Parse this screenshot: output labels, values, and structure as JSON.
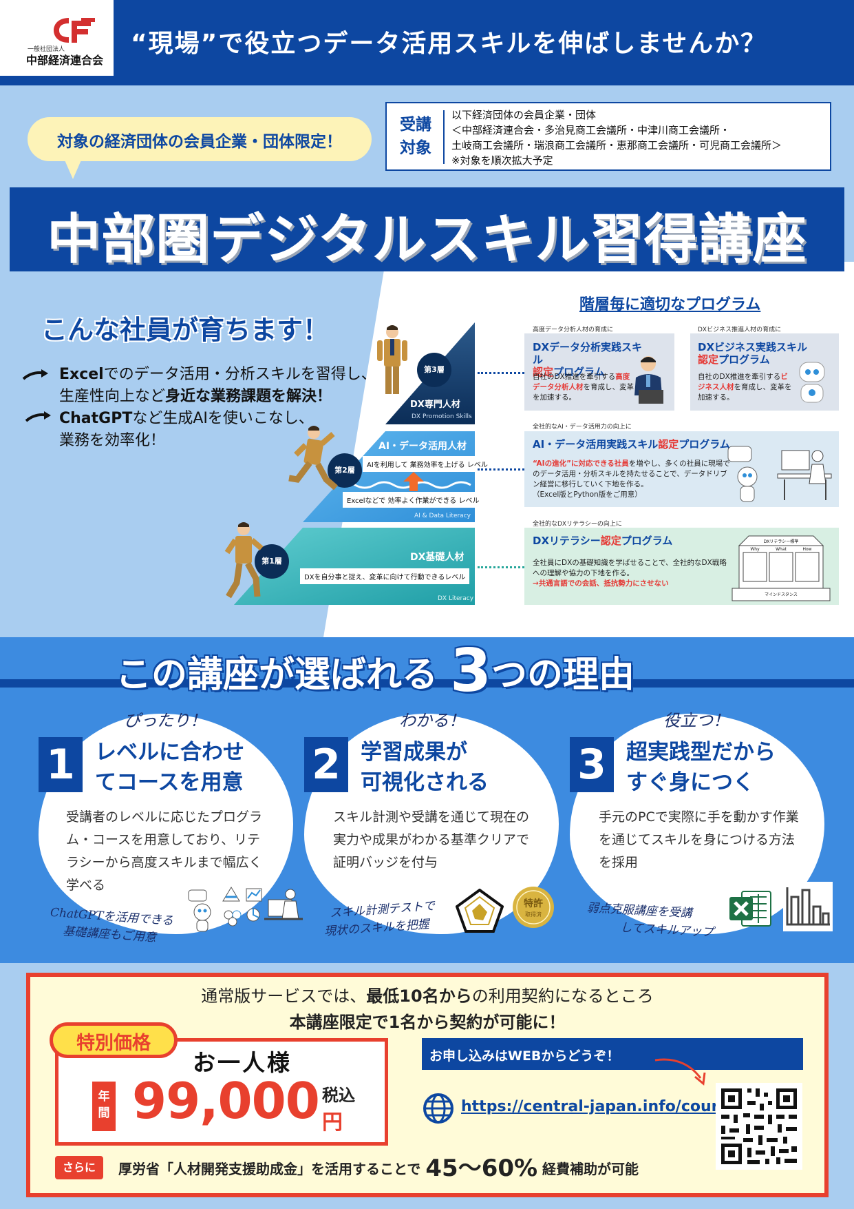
{
  "header": {
    "logo_sub": "一般社団法人",
    "logo_name": "中部経済連合会",
    "catch": "“現場”で役立つデータ活用スキルを伸ばしませんか？"
  },
  "intro": {
    "bubble": "対象の経済団体の会員企業・団体限定！",
    "target_label_1": "受講",
    "target_label_2": "対象",
    "target_lines": [
      "以下経済団体の会員企業・団体",
      "＜中部経済連合会・多治見商工会議所・中津川商工会議所・",
      "土岐商工会議所・瑞浪商工会議所・恵那商工会議所・可児商工会議所＞",
      "※対象を順次拡大予定"
    ]
  },
  "main_title": "中部圏デジタルスキル習得講座",
  "grow": {
    "title": "こんな社員が育ちます！",
    "line1_a": "Excel",
    "line1_b": "でのデータ活用・分析スキルを習得し、",
    "line1_c": "生産性向上など",
    "line1_d": "身近な業務課題を解決！",
    "line2_a": "ChatGPT",
    "line2_b": "など生成AIを使いこなし、",
    "line2_c": "業務を効率化！"
  },
  "pyramid": {
    "tier3_label": "DX専門人材",
    "tier3_en": "DX Promotion Skills",
    "tier3_badge": "第3層",
    "tier2_label": "AI・データ活用人材",
    "tier2_en": "AI & Data Literacy",
    "tier2_badge": "第2層",
    "tier2_note_a": "AIを利用して 業務効率を上げる レベル",
    "tier2_note_b": "Excelなどで 効率よく作業ができる レベル",
    "tier1_label": "DX基礎人材",
    "tier1_en": "DX Literacy",
    "tier1_badge": "第1層",
    "tier1_note": "DXを自分事と捉え、変革に向けて行動できるレベル"
  },
  "programs": {
    "title": "階層毎に適切なプログラム",
    "a": {
      "caption": "高度データ分析人材の育成に",
      "title_1": "DXデータ分析実践スキル",
      "title_2": "認定",
      "title_3": "プログラム",
      "body_1": "自社のDX推進を牽引する",
      "body_2": "高度データ分析人材",
      "body_3": "を育成し、変革を加速する。"
    },
    "b": {
      "caption": "DXビジネス推進人材の育成に",
      "title_1": "DXビジネス実践スキル",
      "title_2": "認定",
      "title_3": "プログラム",
      "body_1": "自社のDX推進を牽引する",
      "body_2": "ビジネス人材",
      "body_3": "を育成し、変革を加速する。"
    },
    "c": {
      "caption": "全社的なAI・データ活用力の向上に",
      "title_1": "AI・データ活用実践スキル",
      "title_2": "認定",
      "title_3": "プログラム",
      "body_1": "“AIの進化”に対応できる社員",
      "body_2": "を増やし、多くの社員に現場でのデータ活用・分析スキルを持たせることで、データドリブン経営に移行していく下地を作る。",
      "body_3": "（Excel版とPython版をご用意）"
    },
    "d": {
      "caption": "全社的なDXリテラシーの向上に",
      "title_1": "DXリテラシー",
      "title_2": "認定",
      "title_3": "プログラム",
      "body_1": "全社員にDXの基礎知識を学ばせることで、全社的なDX戦略への理解や協力の下地を作る。",
      "body_2": "→共通言語での会話、抵抗勢力にさせない",
      "ill_title": "DXリテラシー標準",
      "ill_why": "Why",
      "ill_what": "What",
      "ill_how": "How",
      "ill_mind": "マインドスタンス"
    }
  },
  "reasons": {
    "title_a": "この講座が選ばれる",
    "title_num": "3",
    "title_b": "つの理由",
    "items": [
      {
        "hand": "ぴったり！",
        "num": "1",
        "title_1": "レベルに合わせ",
        "title_2": "てコースを用意",
        "body": "受講者のレベルに応じたプログラム・コースを用意しており、リテラシーから高度スキルまで幅広く学べる",
        "note_1": "ChatGPTを活用できる",
        "note_2": "基礎講座もご用意"
      },
      {
        "hand": "わかる！",
        "num": "2",
        "title_1": "学習成果が",
        "title_2": "可視化される",
        "body": "スキル計測や受講を通じて現在の実力や成果がわかる基準クリアで証明バッジを付与",
        "note_1": "スキル計測テストで",
        "note_2": "現状のスキルを把握",
        "badge_1": "特許",
        "badge_2": "取得済"
      },
      {
        "hand": "役立つ！",
        "num": "3",
        "title_1": "超実践型だから",
        "title_2": "すぐ身につく",
        "body": "手元のPCで実際に手を動かす作業を通じてスキルを身につける方法を採用",
        "note_1": "弱点克服講座を受講",
        "note_2": "してスキルアップ"
      }
    ]
  },
  "pricing": {
    "line1_a": "通常版サービスでは、",
    "line1_b": "最低10名から",
    "line1_c": "の利用契約になるところ",
    "line2_a": "本講座限定で1名から契約が可能",
    "line2_b": "に！",
    "special": "特別価格",
    "per_person": "お一人様",
    "yearly_1": "年",
    "yearly_2": "間",
    "price": "99,000",
    "tax": "税込",
    "yen": "円",
    "apply": "お申し込みはWEBからどうぞ！",
    "url": "https://central-japan.info/course",
    "more": "さらに",
    "subsidy_a": "厚労省「人材開発支援助成金」を活用することで",
    "subsidy_pct": "45〜60%",
    "subsidy_b": "経費補助が可能"
  },
  "colors": {
    "brand_blue": "#0d47a1",
    "light_blue": "#a9cdf0",
    "accent_red": "#e8402e",
    "cream": "#fffbd8"
  }
}
